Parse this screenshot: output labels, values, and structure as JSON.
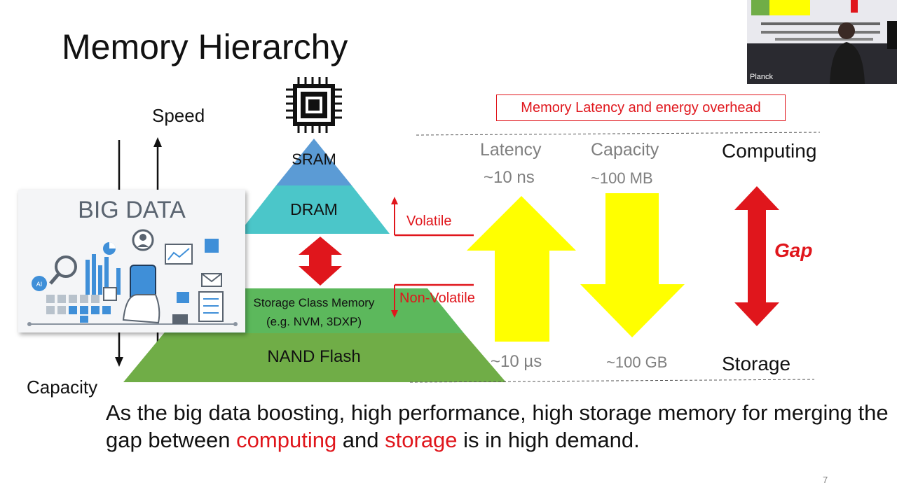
{
  "slide": {
    "title": "Memory Hierarchy",
    "speed_label": "Speed",
    "capacity_label": "Capacity",
    "page_number": "7"
  },
  "pyramid": {
    "sram": "SRAM",
    "dram": "DRAM",
    "scm_line1": "Storage Class Memory",
    "scm_line2": "(e.g. NVM, 3DXP)",
    "nand": "NAND Flash"
  },
  "labels": {
    "volatile": "Volatile",
    "non_volatile": "Non-Volatile",
    "overhead": "Memory Latency and energy overhead"
  },
  "columns": {
    "latency_head": "Latency",
    "latency_top": "~10 ns",
    "latency_bottom": "~10 µs",
    "capacity_head": "Capacity",
    "capacity_top": "~100 MB",
    "capacity_bottom": "~100 GB",
    "computing": "Computing",
    "storage": "Storage",
    "gap": "Gap"
  },
  "bigdata": {
    "title": "BIG DATA"
  },
  "caption": {
    "part1": "As the big data boosting, high performance, high storage memory for merging the gap between ",
    "word_computing": "computing",
    "part2": " and ",
    "word_storage": "storage",
    "part3": " is in high demand."
  },
  "webcam": {
    "name": "Planck"
  },
  "colors": {
    "sram": "#5b9bd5",
    "dram": "#4bc6c9",
    "scm": "#5cb85c",
    "nand": "#70ad47",
    "accent_red": "#e0161c",
    "arrow_yellow": "#ffff00"
  }
}
